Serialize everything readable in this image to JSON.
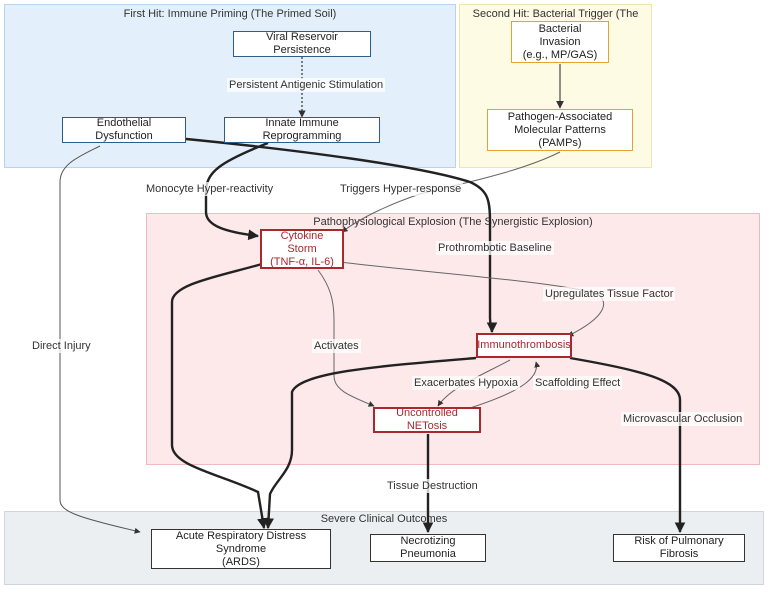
{
  "clusters": {
    "first_hit": "First Hit: Immune Priming (The Primed Soil)",
    "second_hit": "Second Hit: Bacterial Trigger (The Spark)",
    "explosion": "Pathophysiological Explosion (The Synergistic Explosion)",
    "outcomes": "Severe Clinical Outcomes"
  },
  "nodes": {
    "viral_reservoir": "Viral Reservoir Persistence",
    "innate_reprogramming": "Innate Immune Reprogramming",
    "endothelial_dysfunction": "Endothelial Dysfunction",
    "bacterial_invasion": "Bacterial Invasion\n(e.g., MP/GAS)",
    "pamps": "Pathogen-Associated\nMolecular Patterns (PAMPs)",
    "cytokine_storm": "Cytokine Storm\n(TNF-α, IL-6)",
    "immunothrombosis": "Immunothrombosis",
    "netosis": "Uncontrolled NETosis",
    "ards": "Acute Respiratory Distress Syndrome\n(ARDS)",
    "necrotizing": "Necrotizing Pneumonia",
    "fibrosis": "Risk of Pulmonary Fibrosis"
  },
  "edge_labels": {
    "persistent_stimulation": "Persistent Antigenic Stimulation",
    "monocyte": "Monocyte Hyper-reactivity",
    "triggers": "Triggers Hyper-response",
    "prothrombotic": "Prothrombotic Baseline",
    "tissue_factor": "Upregulates Tissue Factor",
    "direct_injury": "Direct Injury",
    "activates": "Activates",
    "hypoxia": "Exacerbates Hypoxia",
    "scaffolding": "Scaffolding Effect",
    "microvascular": "Microvascular Occlusion",
    "tissue_destruction": "Tissue Destruction"
  },
  "colors": {
    "first_hit_fill": "#e3f0fb",
    "second_hit_fill": "#fdfbe3",
    "explosion_fill": "#fde8ea",
    "outcomes_fill": "#eceff2"
  }
}
